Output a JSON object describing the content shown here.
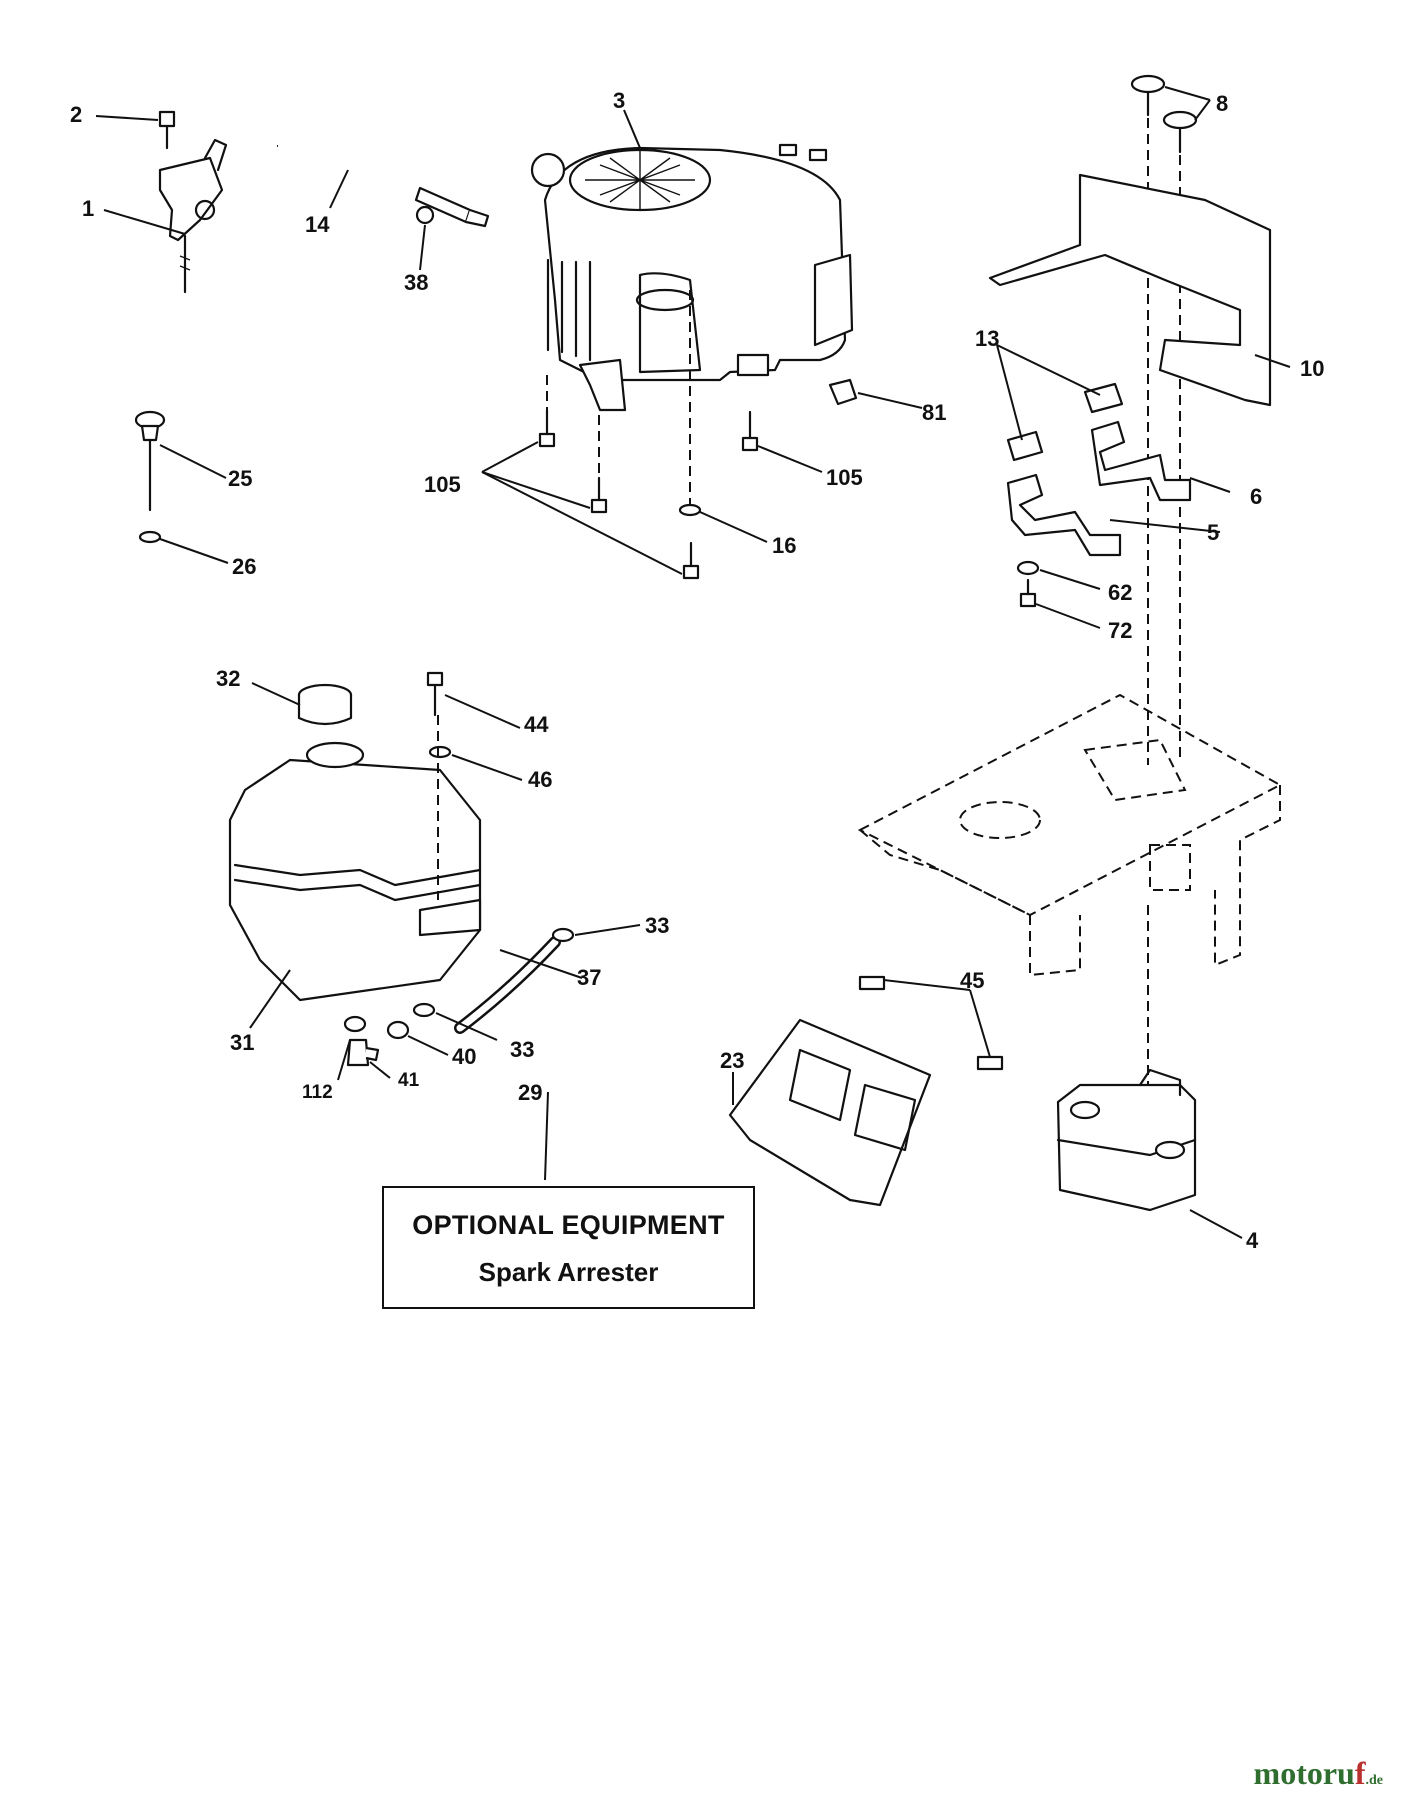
{
  "labels": {
    "l1": "1",
    "l2": "2",
    "l3": "3",
    "l4": "4",
    "l5": "5",
    "l6": "6",
    "l8": "8",
    "l10": "10",
    "l13": "13",
    "l14": "14",
    "l16": "16",
    "l23": "23",
    "l25": "25",
    "l26": "26",
    "l29": "29",
    "l31": "31",
    "l32": "32",
    "l33a": "33",
    "l33b": "33",
    "l37": "37",
    "l38": "38",
    "l40": "40",
    "l41": "41",
    "l44": "44",
    "l45": "45",
    "l46": "46",
    "l62": "62",
    "l72": "72",
    "l81": "81",
    "l105a": "105",
    "l105b": "105",
    "l112": "112"
  },
  "optional_box": {
    "line1": "OPTIONAL EQUIPMENT",
    "line2": "Spark Arrester"
  },
  "brand": {
    "part1": "motoru",
    "part2": "f",
    "part3": ".de"
  }
}
